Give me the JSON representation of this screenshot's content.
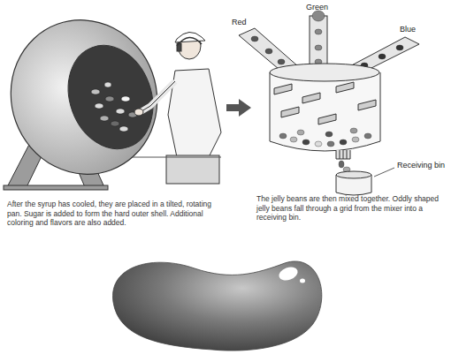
{
  "diagram": {
    "labels": [
      "Red",
      "Green",
      "Blue",
      "Receiving bin",
      "After the syrup has cooled, they are placed in a tilted, rotating pan. Sugar is added to form the hard outer shell. Additional coloring and flavors are also added.",
      "The jelly beans are then mixed together. Oddly shaped jelly beans fall through a grid from the mixer into a receiving bin."
    ]
  }
}
